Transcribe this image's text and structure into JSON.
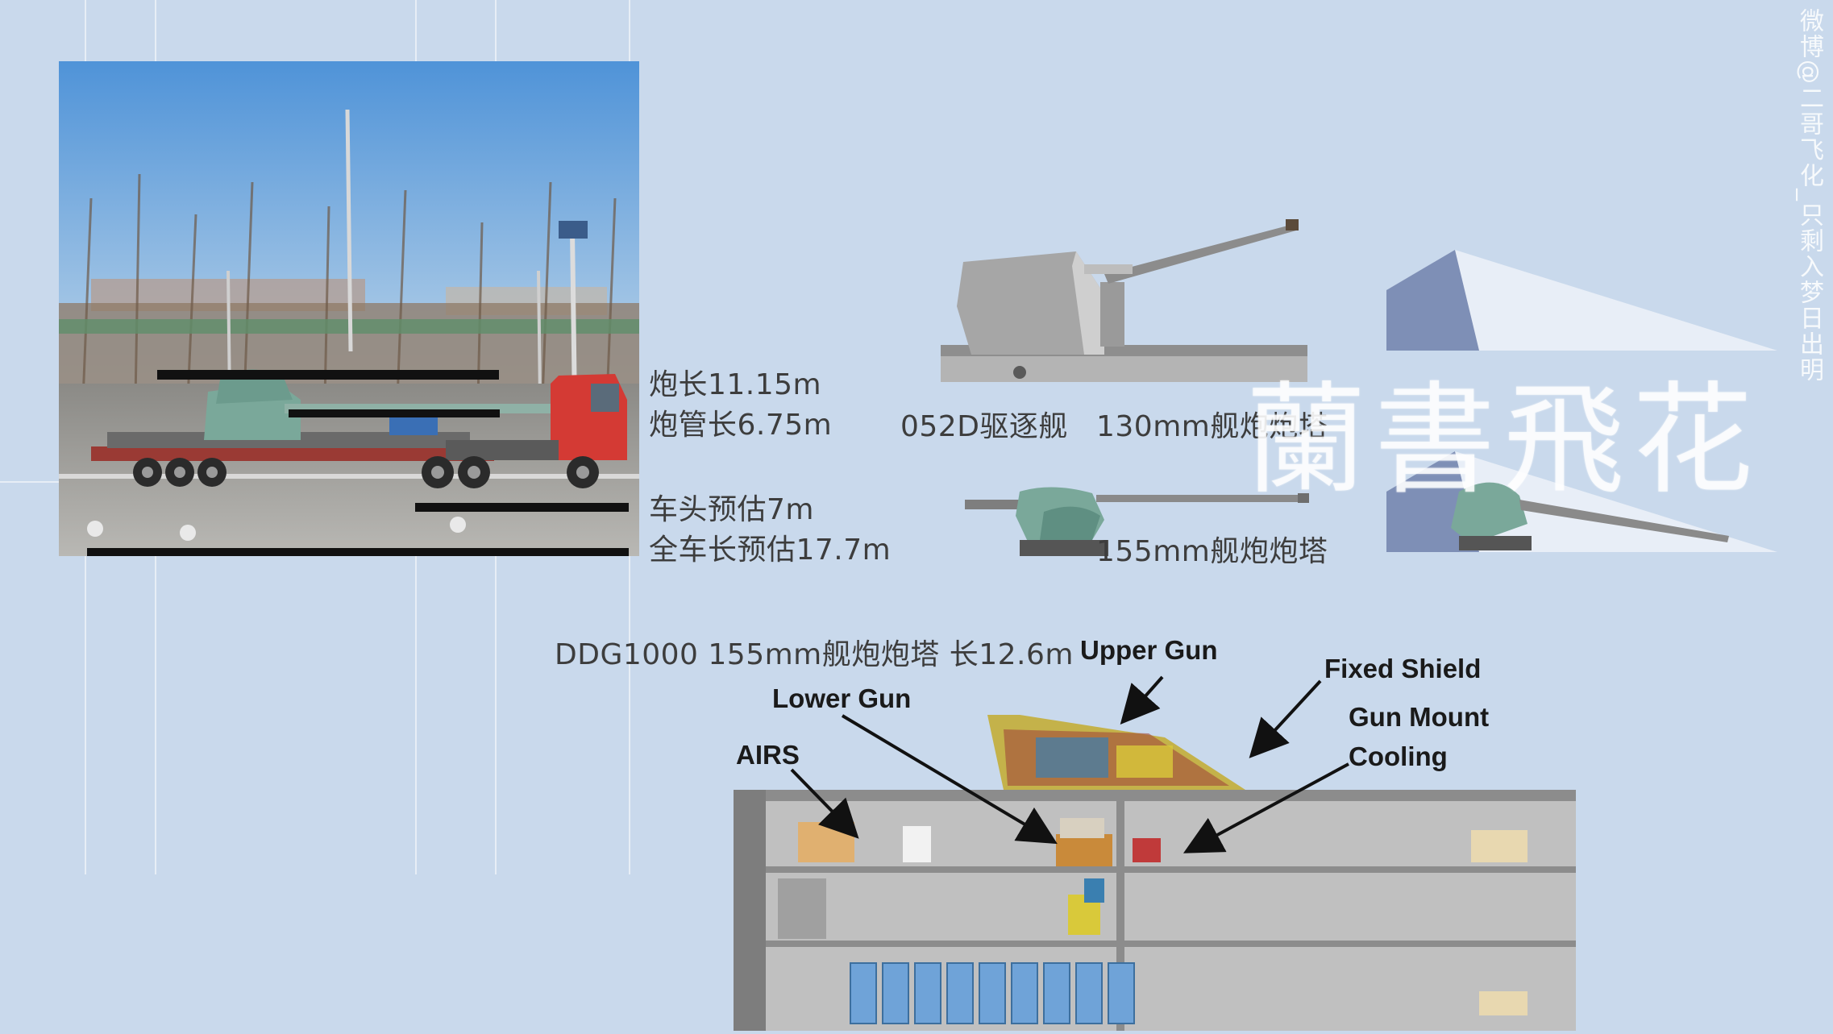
{
  "photo_labels": {
    "gun_length": "炮长11.15m",
    "barrel_length": "炮管长6.75m",
    "cab_estimate": "车头预估7m",
    "total_estimate": "全车长预估17.7m"
  },
  "turret_labels": {
    "ship_name": "052D驱逐舰",
    "gun_130": "130mm舰炮炮塔",
    "gun_155": "155mm舰炮炮塔"
  },
  "ddg_title": "DDG1000 155mm舰炮炮塔 长12.6m",
  "callouts": {
    "upper_gun": "Upper Gun",
    "fixed_shield": "Fixed Shield",
    "lower_gun": "Lower Gun",
    "gun_mount": "Gun Mount",
    "cooling": "Cooling",
    "airs": "AIRS"
  },
  "watermark": {
    "side_text": "微博@二哥飞化_只剩入梦日出明",
    "big_text": "蘭書飛花"
  },
  "colors": {
    "background": "#c9d9ec",
    "truck_red": "#d43a34",
    "turret_green": "#7aa89a",
    "sky_top": "#4f93d8",
    "scale_bar": "#111111"
  }
}
